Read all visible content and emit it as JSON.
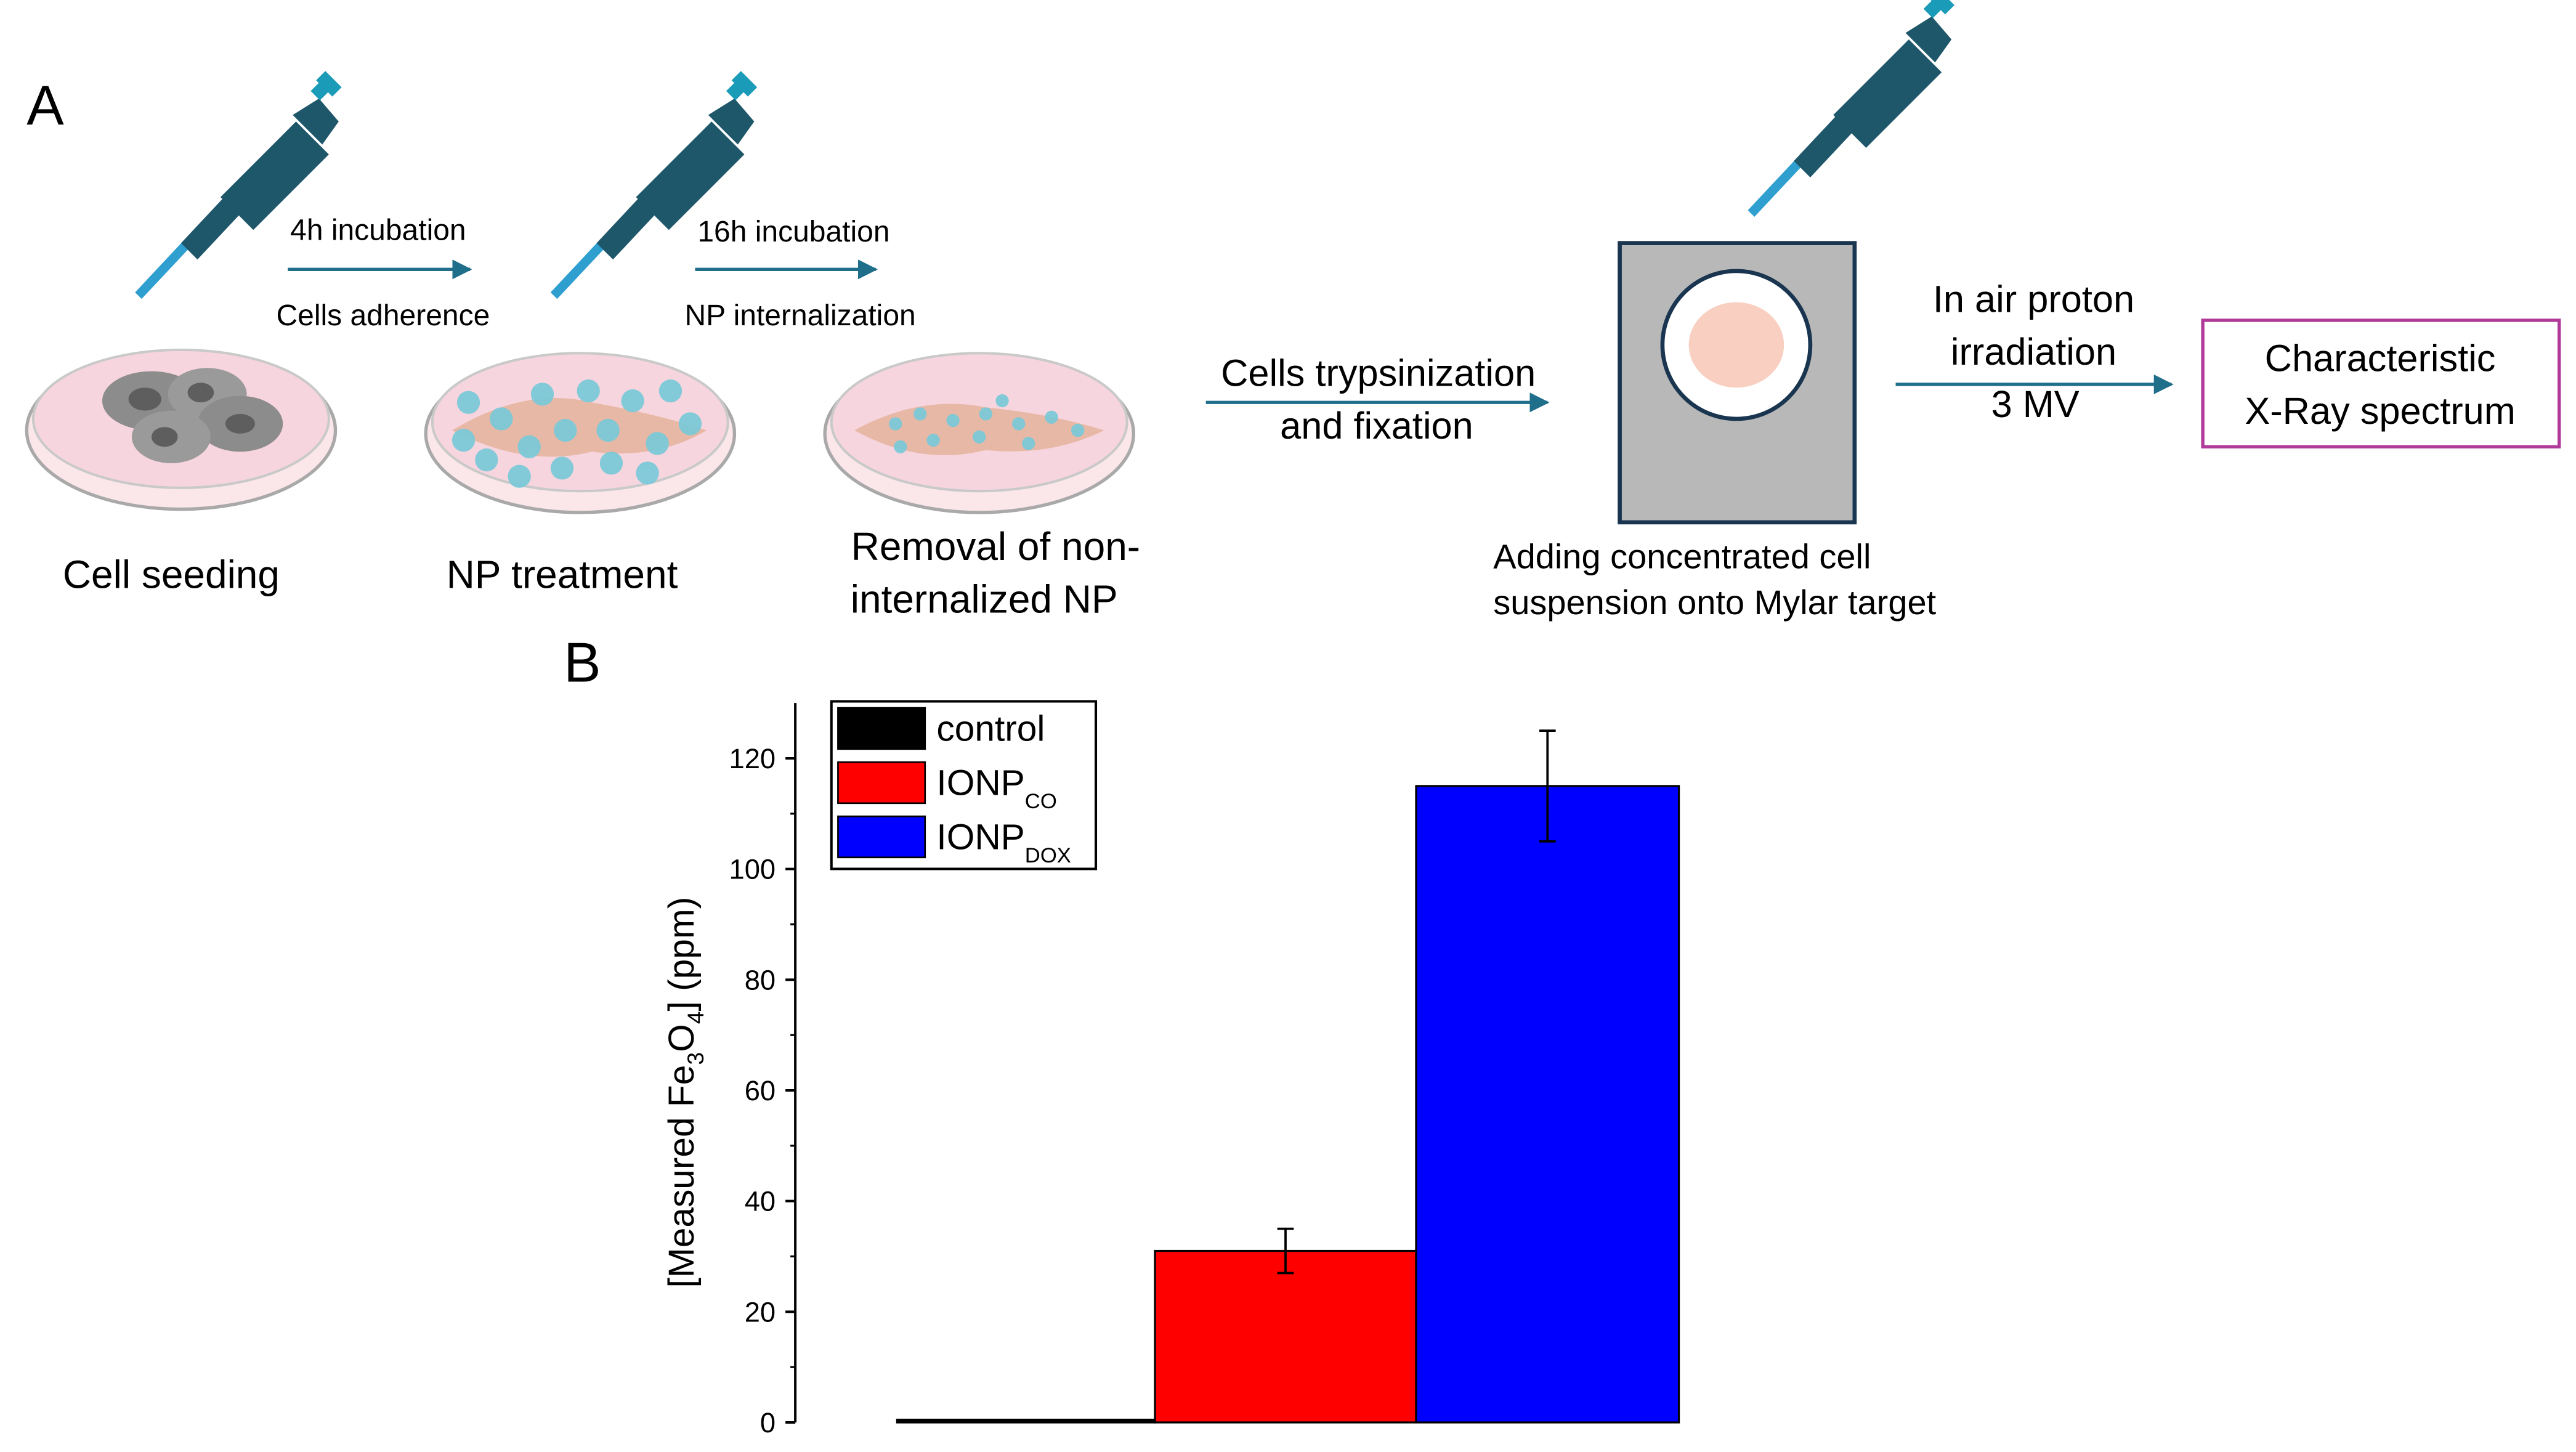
{
  "panel_a": {
    "label": "A",
    "steps": {
      "cell_seeding": "Cell seeding",
      "np_treatment": "NP treatment",
      "removal_line1": "Removal of non-",
      "removal_line2": "internalized NP",
      "adding_line1": "Adding concentrated cell",
      "adding_line2": "suspension onto Mylar target"
    },
    "arrows": {
      "a1_top": "4h incubation",
      "a1_bottom": "Cells adherence",
      "a2_top": "16h incubation",
      "a2_bottom": "NP internalization",
      "a3_line1": "Cells trypsinization",
      "a3_line2": "and fixation",
      "a4_line1": "In air proton",
      "a4_line2": "irradiation",
      "a4_line3": "3 MV"
    },
    "result_line1": "Characteristic",
    "result_line2": "X-Ray spectrum"
  },
  "panel_b": {
    "label": "B"
  },
  "colors": {
    "pipette": "#1e566a",
    "pipette_tip": "#2f9fd0",
    "pipette_plunger": "#1a9bb7",
    "arrow": "#1f6f8b",
    "dish_fill": "#f7d5de",
    "dish_rim": "#a9a9a9",
    "cell_body": "#8c8c8c",
    "cell_nucleus": "#5e5e5e",
    "np_blue": "#77c9d9",
    "spread_cell": "#e7b8a6",
    "target_gray": "#b8b8b8",
    "target_border": "#1a3550",
    "sample_spot": "#f8cfc0",
    "result_box": "#b03a9a",
    "control": "#000000",
    "co": "#ff0000",
    "dox": "#0000ff"
  },
  "chart_data": {
    "type": "bar",
    "categories": [
      "control",
      "IONP_CO",
      "IONP_DOX"
    ],
    "values": [
      0.5,
      31,
      115
    ],
    "errors": [
      0,
      4,
      10
    ],
    "legend": [
      {
        "name": "control",
        "sub": "",
        "color": "#000000"
      },
      {
        "name": "IONP",
        "sub": "CO",
        "color": "#ff0000"
      },
      {
        "name": "IONP",
        "sub": "DOX",
        "color": "#0000ff"
      }
    ],
    "ylabel_parts": [
      "[Measured Fe",
      "3",
      "O",
      "4",
      "] (ppm)"
    ],
    "yticks": [
      0,
      20,
      40,
      60,
      80,
      100,
      120
    ],
    "ytick_labels": [
      "0",
      "20",
      "40",
      "60",
      "80",
      "100",
      "120"
    ],
    "ylim": [
      0,
      130
    ],
    "legend_position": "top-left",
    "grid": false
  }
}
